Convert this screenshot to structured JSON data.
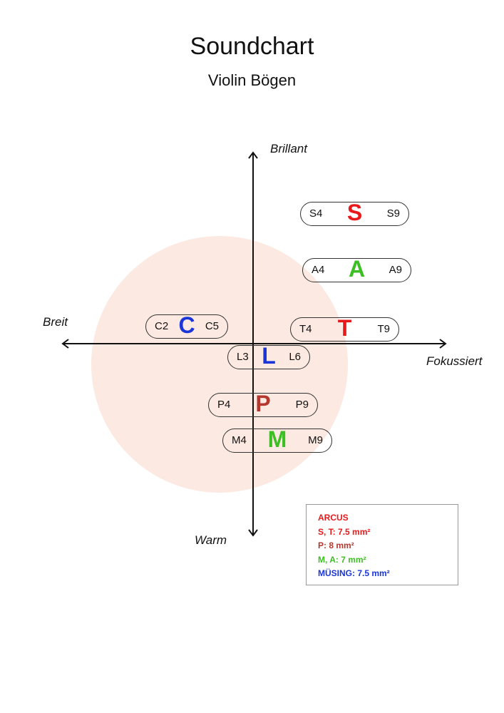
{
  "title": "Soundchart",
  "subtitle": "Violin Bögen",
  "axes": {
    "top": "Brillant",
    "bottom": "Warm",
    "left": "Breit",
    "right": "Fokussiert"
  },
  "colors": {
    "red": "#e8191b",
    "brown": "#b5382f",
    "green": "#3cbf22",
    "blue": "#1a36d9",
    "circle": "#fce9e1"
  },
  "bows": [
    {
      "letter": "S",
      "left": "S4",
      "right": "S9",
      "color": "#e8191b"
    },
    {
      "letter": "A",
      "left": "A4",
      "right": "A9",
      "color": "#3cbf22"
    },
    {
      "letter": "C",
      "left": "C2",
      "right": "C5",
      "color": "#1a36d9"
    },
    {
      "letter": "T",
      "left": "T4",
      "right": "T9",
      "color": "#e8191b"
    },
    {
      "letter": "L",
      "left": "L3",
      "right": "L6",
      "color": "#1a36d9"
    },
    {
      "letter": "P",
      "left": "P4",
      "right": "P9",
      "color": "#b5382f"
    },
    {
      "letter": "M",
      "left": "M4",
      "right": "M9",
      "color": "#3cbf22"
    }
  ],
  "legend": {
    "lines": [
      {
        "text": "ARCUS",
        "color": "#e8191b"
      },
      {
        "text": "S, T: 7.5 mm²",
        "color": "#e8191b"
      },
      {
        "text": "P: 8 mm²",
        "color": "#b5382f"
      },
      {
        "text": "M, A: 7 mm²",
        "color": "#3cbf22"
      },
      {
        "text": "MÜSING: 7.5 mm²",
        "color": "#1a36d9"
      }
    ]
  }
}
